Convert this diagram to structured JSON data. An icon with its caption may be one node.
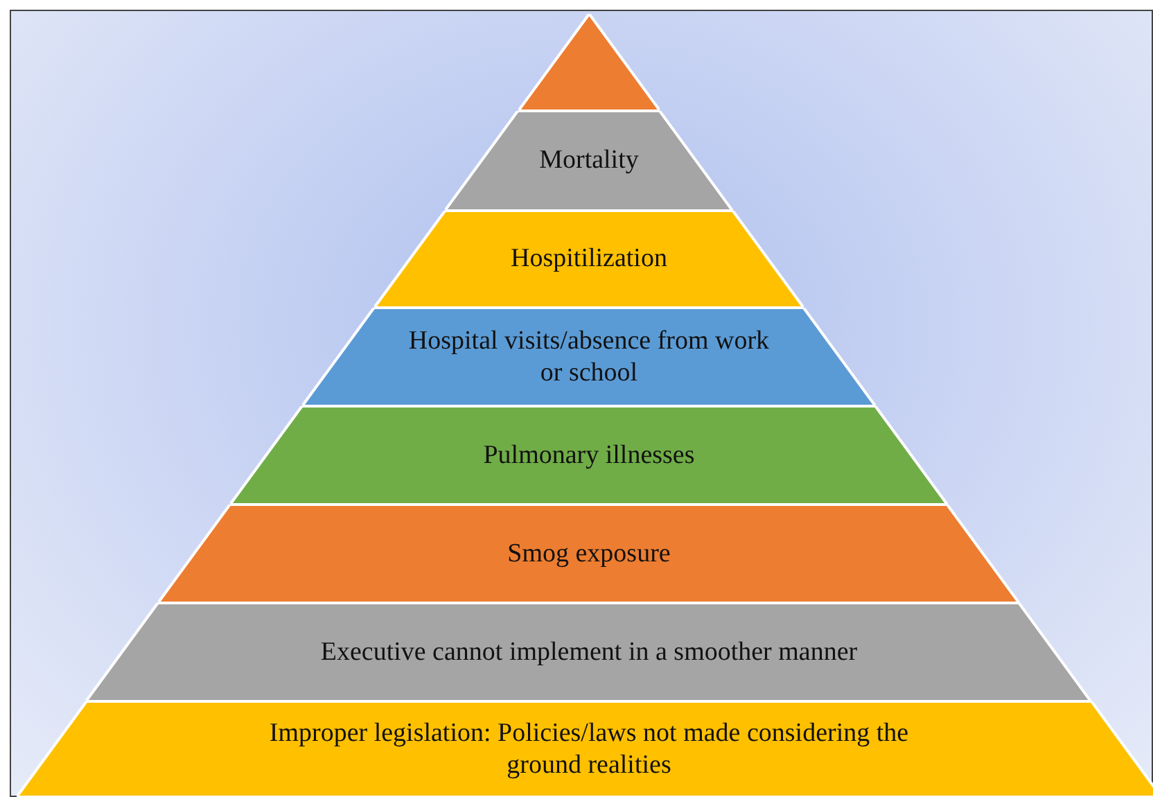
{
  "diagram": {
    "nodes": [
      {
        "text": [],
        "shape": "triangle"
      },
      {
        "text": [
          "Mortality"
        ]
      },
      {
        "text": [
          "Hospitilization"
        ]
      },
      {
        "text": [
          "Hospital visits/absence from work or school"
        ]
      },
      {
        "text": [
          "Pulmonary illnesses"
        ]
      },
      {
        "text": [
          "Smog exposure"
        ]
      },
      {
        "text": [
          "Executive cannot implement in a smoother manner"
        ]
      },
      {
        "text": [
          "Improper legislation: Policies/laws not made considering the ground realities"
        ]
      }
    ]
  }
}
